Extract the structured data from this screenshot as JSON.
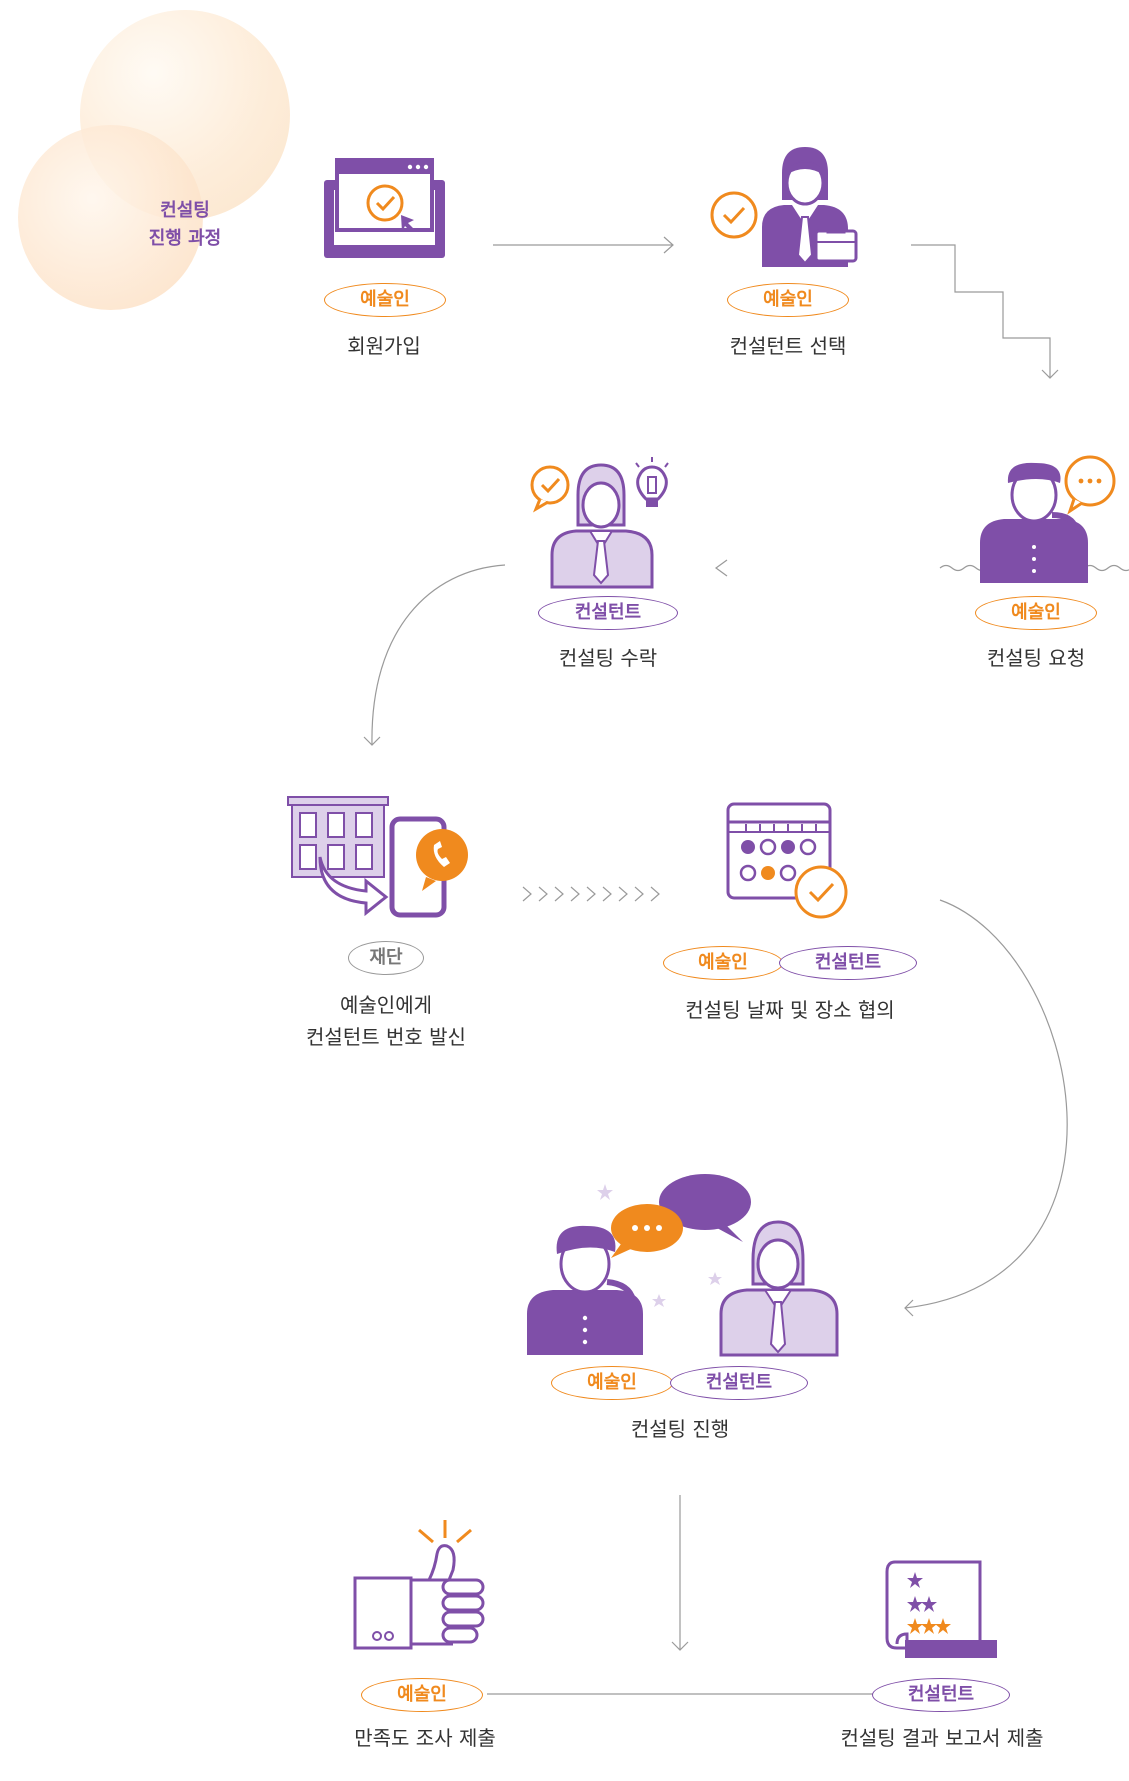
{
  "intro": {
    "line1": "컨설팅",
    "line2": "진행 과정"
  },
  "roles": {
    "artist": "예술인",
    "consultant": "컨설턴트",
    "foundation": "재단"
  },
  "steps": {
    "signup": "회원가입",
    "select": "컨설턴트 선택",
    "accept": "컨설팅 수락",
    "request": "컨설팅 요청",
    "send_line1": "예술인에게",
    "send_line2": "컨설턴트 번호 발신",
    "negotiate": "컨설팅 날짜 및 장소 협의",
    "progress": "컨설팅 진행",
    "survey": "만족도 조사 제출",
    "report": "컨설팅 결과 보고서 제출"
  },
  "colors": {
    "purple": "#7f4fa8",
    "light_purple": "#ddd0ea",
    "orange": "#f08a1e",
    "gray": "#999999"
  },
  "icons": [
    "monitor-check-icon",
    "consultant-briefcase-icon",
    "consultant-idea-icon",
    "artist-chat-icon",
    "foundation-phone-icon",
    "calendar-check-icon",
    "meeting-chat-icon",
    "thumbs-up-icon",
    "report-stars-icon"
  ]
}
